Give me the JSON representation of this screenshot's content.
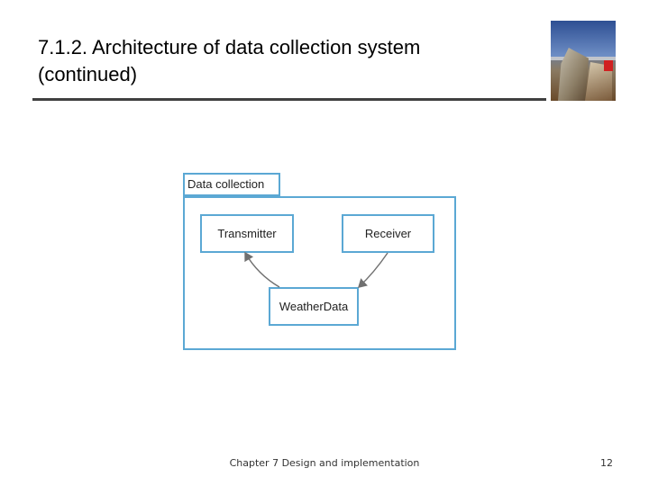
{
  "slide": {
    "title": "7.1.2. Architecture of data collection system (continued)",
    "footer": "Chapter 7 Design and implementation",
    "page_number": "12"
  },
  "book_cover": {
    "icon": "book-cover-image"
  },
  "diagram": {
    "package_label": "Data collection",
    "classes": {
      "transmitter": "Transmitter",
      "receiver": "Receiver",
      "weather_data": "WeatherData"
    },
    "colors": {
      "border": "#5ba8d4",
      "arrow": "#707070"
    }
  }
}
